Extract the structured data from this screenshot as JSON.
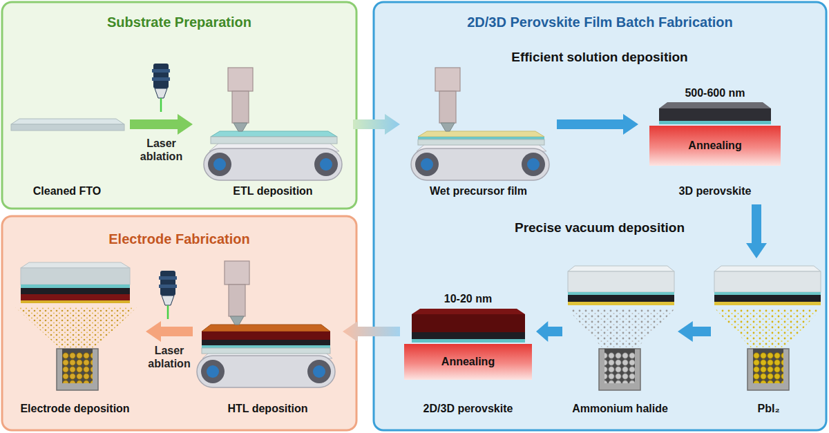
{
  "diagram": {
    "nodes": [
      {
        "text": [
          "Substrate Preparation"
        ]
      },
      {
        "text": [
          "Cleaned FTO"
        ],
        "in": 0
      },
      {
        "text": [
          "ETL deposition"
        ],
        "in": 0
      },
      {
        "text": [
          "2D/3D Perovskite Film Batch Fabrication"
        ]
      },
      {
        "text": [
          "Wet precursor film"
        ],
        "in": 3
      },
      {
        "text": [
          "500-600 nm",
          "Annealing",
          "3D perovskite"
        ],
        "in": 3
      },
      {
        "text": [
          "PbI₂"
        ],
        "in": 3
      },
      {
        "text": [
          "Ammonium halide"
        ],
        "in": 3
      },
      {
        "text": [
          "10-20 nm",
          "Annealing",
          "2D/3D perovskite"
        ],
        "in": 3
      },
      {
        "text": [
          "Electrode Fabrication"
        ]
      },
      {
        "text": [
          "HTL deposition"
        ],
        "in": 9
      },
      {
        "text": [
          "Electrode deposition"
        ],
        "in": 9
      }
    ],
    "edges": [
      {
        "from": 1,
        "to": 2,
        "label": "Laser ablation",
        "arrow": "to"
      },
      {
        "from": 2,
        "to": 4,
        "arrow": "to"
      },
      {
        "from": 4,
        "to": 5,
        "arrow": "to"
      },
      {
        "from": 5,
        "to": 6,
        "arrow": "to"
      },
      {
        "from": 6,
        "to": 7,
        "arrow": "to"
      },
      {
        "from": 7,
        "to": 8,
        "arrow": "to"
      },
      {
        "from": 8,
        "to": 10,
        "arrow": "to"
      },
      {
        "from": 10,
        "to": 11,
        "label": "Laser ablation",
        "arrow": "to"
      }
    ],
    "labels": [
      "Efficient solution deposition",
      "Precise vacuum deposition"
    ]
  }
}
